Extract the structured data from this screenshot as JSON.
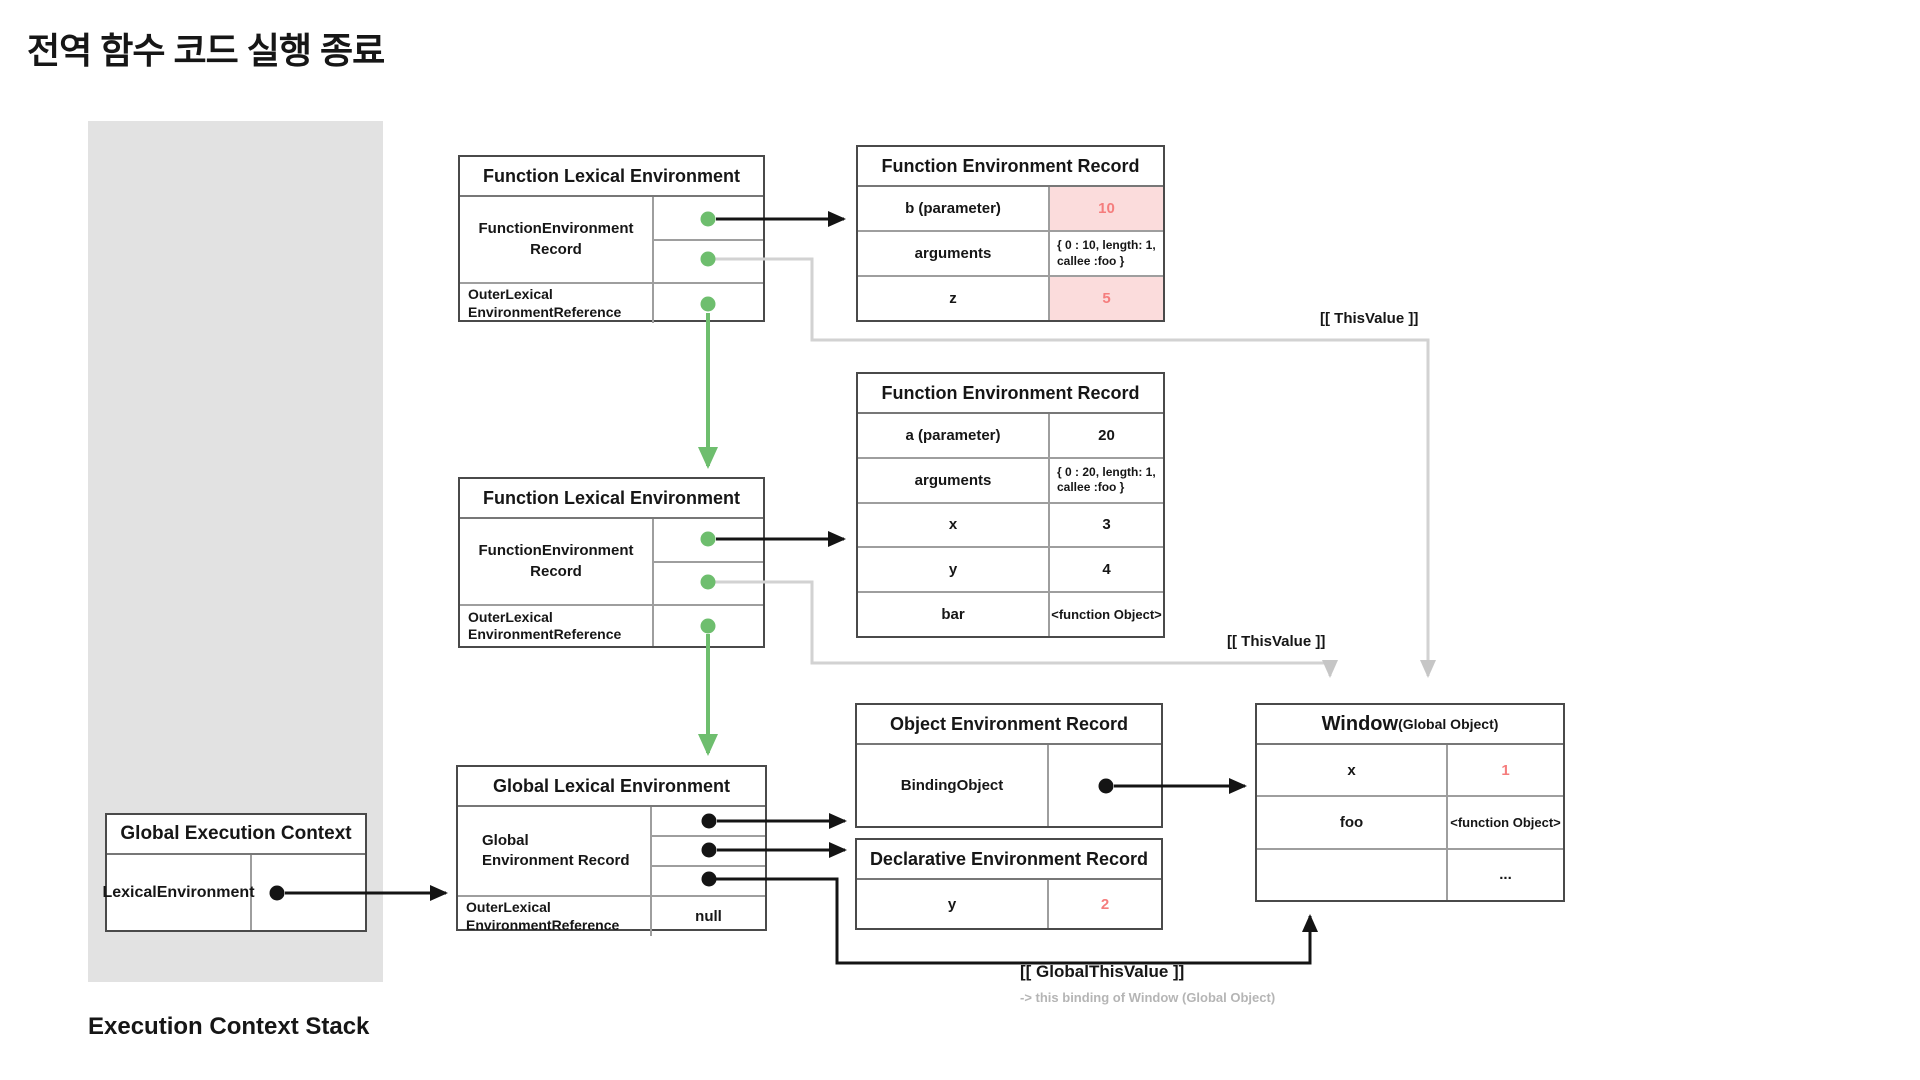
{
  "title": "전역 함수 코드 실행 종료",
  "stack": {
    "label": "Execution Context Stack"
  },
  "gec": {
    "title": "Global Execution Context",
    "rows": [
      {
        "key": "LexicalEnvironment",
        "value": ""
      }
    ]
  },
  "fle1": {
    "title": "Function Lexical Environment",
    "record_label": [
      "FunctionEnvironment",
      "Record"
    ],
    "outer_label": [
      "OuterLexical",
      "EnvironmentReference"
    ],
    "outer_value": ""
  },
  "fer1": {
    "title": "Function Environment Record",
    "rows": [
      {
        "key": "b (parameter)",
        "value": "10"
      },
      {
        "key": "arguments",
        "value": "{ 0 : 10, length: 1, callee :foo }"
      },
      {
        "key": "z",
        "value": "5"
      }
    ]
  },
  "fle2": {
    "title": "Function Lexical Environment",
    "record_label": [
      "FunctionEnvironment",
      "Record"
    ],
    "outer_label": [
      "OuterLexical",
      "EnvironmentReference"
    ],
    "outer_value": ""
  },
  "fer2": {
    "title": "Function Environment Record",
    "rows": [
      {
        "key": "a (parameter)",
        "value": "20"
      },
      {
        "key": "arguments",
        "value": "{ 0 : 20, length: 1, callee :foo }"
      },
      {
        "key": "x",
        "value": "3"
      },
      {
        "key": "y",
        "value": "4"
      },
      {
        "key": "bar",
        "value": "<function Object>"
      }
    ]
  },
  "gle": {
    "title": "Global Lexical Environment",
    "record_label": [
      "Global",
      "Environment Record"
    ],
    "outer_label": [
      "OuterLexical",
      "EnvironmentReference"
    ],
    "outer_value": "null"
  },
  "oer": {
    "title": "Object Environment Record",
    "rows": [
      {
        "key": "BindingObject",
        "value": ""
      }
    ]
  },
  "der": {
    "title": "Declarative Environment Record",
    "rows": [
      {
        "key": "y",
        "value": "2"
      }
    ]
  },
  "window": {
    "title_main": "Window",
    "title_sub": "(Global Object)",
    "rows": [
      {
        "key": "x",
        "value": "1"
      },
      {
        "key": "foo",
        "value": "<function Object>"
      },
      {
        "key": "",
        "value": "..."
      }
    ]
  },
  "labels": {
    "this_value_1": "[[ ThisValue ]]",
    "this_value_2": "[[ ThisValue ]]",
    "global_this_value": "[[ GlobalThisValue ]]",
    "global_this_note": "-> this binding of Window (Global Object)"
  },
  "colors": {
    "green_dot": "#6ebe6e",
    "red_value_text": "#f57d7d",
    "pink_value_bg": "#fbdcdc",
    "gray_connector": "#d2d2d2",
    "stack_background": "#e2e2e2"
  }
}
